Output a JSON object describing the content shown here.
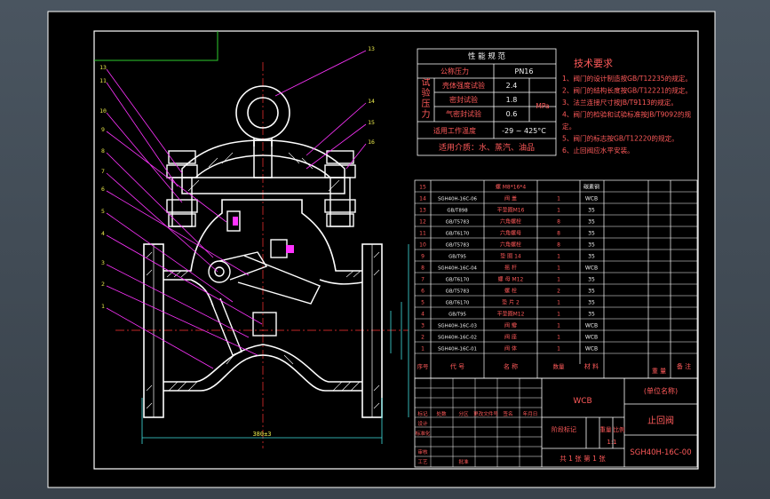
{
  "colors": {
    "background": "#000000",
    "frame": "#ffffff",
    "green": "#2ecc2e",
    "yellow": "#e8e84a",
    "red": "#ff5a5a",
    "magenta": "#ff33ff",
    "cyan": "#41e0e0"
  },
  "perf": {
    "title": "性 能 规 范",
    "rows": [
      {
        "label": "公称压力",
        "value": "PN16",
        "unit": ""
      },
      {
        "label": "壳体强度试验",
        "value": "2.4",
        "unit": ""
      },
      {
        "label": "密封试验",
        "value": "1.8",
        "unit": "MPa"
      },
      {
        "label": "气密封试验",
        "value": "0.6",
        "unit": ""
      },
      {
        "label": "适用工作温度",
        "value": "-29 ~ 425°C",
        "unit": ""
      }
    ],
    "side_label": "试验压力",
    "media": "适用介质：水、蒸汽、油品"
  },
  "tech": {
    "title": "技术要求",
    "items": [
      "1、阀门的设计制造按GB/T12235的规定。",
      "2、阀门的结构长度按GB/T12221的规定。",
      "3、法兰连接尺寸按JB/T9113的规定。",
      "4、阀门的检验和试验标准按JB/T9092的规",
      "定。",
      "5、阀门的标志按GB/T12220的规定。",
      "6、止回阀应水平安装。"
    ]
  },
  "bom": {
    "rows": [
      {
        "no": "15",
        "code": "",
        "name": "螺 M8*16*4",
        "qty": "",
        "mat": "碳素钢"
      },
      {
        "no": "14",
        "code": "SGH40H-16C-06",
        "name": "阀 盖",
        "qty": "1",
        "mat": "WCB"
      },
      {
        "no": "13",
        "code": "GB/T898",
        "name": "平垫圈M16",
        "qty": "1",
        "mat": "35"
      },
      {
        "no": "12",
        "code": "GB/T5783",
        "name": "六角螺栓",
        "qty": "8",
        "mat": "35"
      },
      {
        "no": "11",
        "code": "GB/T6170",
        "name": "六角螺母",
        "qty": "8",
        "mat": "35"
      },
      {
        "no": "10",
        "code": "GB/T5783",
        "name": "六角螺栓",
        "qty": "8",
        "mat": "35"
      },
      {
        "no": "9",
        "code": "GB/T95",
        "name": "垫 圈 14",
        "qty": "1",
        "mat": "35"
      },
      {
        "no": "8",
        "code": "SGH40H-16C-04",
        "name": "摇 杆",
        "qty": "1",
        "mat": "WCB"
      },
      {
        "no": "7",
        "code": "GB/T6170",
        "name": "螺 母 M12",
        "qty": "1",
        "mat": "35"
      },
      {
        "no": "6",
        "code": "GB/T5783",
        "name": "螺 栓",
        "qty": "2",
        "mat": "35"
      },
      {
        "no": "5",
        "code": "GB/T6170",
        "name": "垫 片 2",
        "qty": "1",
        "mat": "35"
      },
      {
        "no": "4",
        "code": "GB/T95",
        "name": "平垫圈M12",
        "qty": "1",
        "mat": "35"
      },
      {
        "no": "3",
        "code": "SGH40H-16C-03",
        "name": "阀 瓣",
        "qty": "1",
        "mat": "WCB"
      },
      {
        "no": "2",
        "code": "SGH40H-16C-02",
        "name": "阀 座",
        "qty": "1",
        "mat": "WCB"
      },
      {
        "no": "1",
        "code": "SGH40H-16C-01",
        "name": "阀 体",
        "qty": "1",
        "mat": "WCB"
      }
    ],
    "header": {
      "no": "序号",
      "code": "代 号",
      "name": "名 称",
      "qty": "数量",
      "mat": "材 料",
      "weight": "重 量",
      "note": "备 注"
    }
  },
  "title_block": {
    "material": "WCB",
    "unit": "(单位名称)",
    "drawing_name": "止回阀",
    "drawing_no": "SGH40H-16C-00",
    "scale": "1:1",
    "sheet": "共 1 张  第 1 张",
    "cols": [
      "标记",
      "处数",
      "分区",
      "更改文件号",
      "签名",
      "年月日"
    ],
    "roles": [
      "设计",
      "标准化",
      "审核",
      "工艺",
      "批准"
    ],
    "stage": "阶段标记",
    "weight": "重量",
    "ratio": "比例"
  },
  "part_numbers": {
    "left": [
      "13",
      "11",
      "10",
      "9",
      "8",
      "7",
      "6",
      "5",
      "4",
      "3",
      "2",
      "1"
    ],
    "right": [
      "13",
      "14",
      "15",
      "16"
    ]
  },
  "dims": {
    "length": "380±3"
  }
}
